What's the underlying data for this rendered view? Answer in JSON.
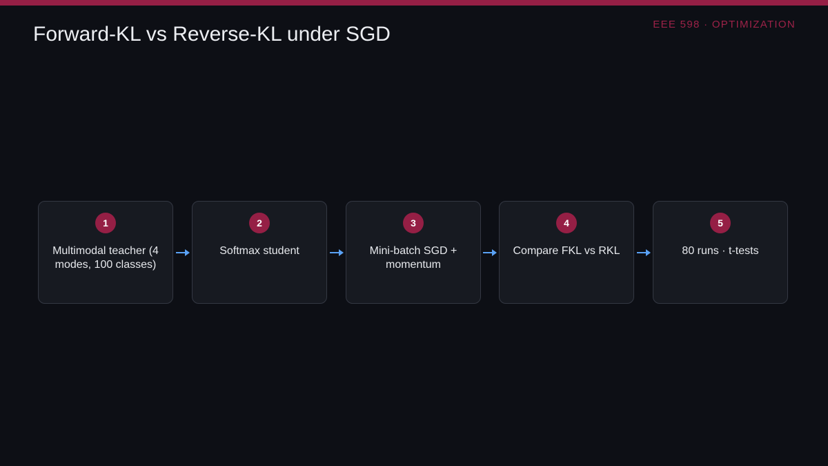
{
  "header": {
    "title": "Forward-KL vs Reverse-KL under SGD",
    "course_tag": "EEE 598 · OPTIMIZATION"
  },
  "colors": {
    "background": "#0d0f15",
    "accent": "#951f45",
    "card": "#171a21",
    "card_border": "#343843",
    "arrow": "#5aa2f5",
    "text": "#e6e8ec"
  },
  "steps": [
    {
      "number": "1",
      "label": "Multimodal teacher (4 modes, 100 classes)"
    },
    {
      "number": "2",
      "label": "Softmax student"
    },
    {
      "number": "3",
      "label": "Mini-batch SGD + momentum"
    },
    {
      "number": "4",
      "label": "Compare FKL vs RKL"
    },
    {
      "number": "5",
      "label": "80 runs · t-tests"
    }
  ],
  "icons": {
    "connector": "arrow-right-icon"
  }
}
